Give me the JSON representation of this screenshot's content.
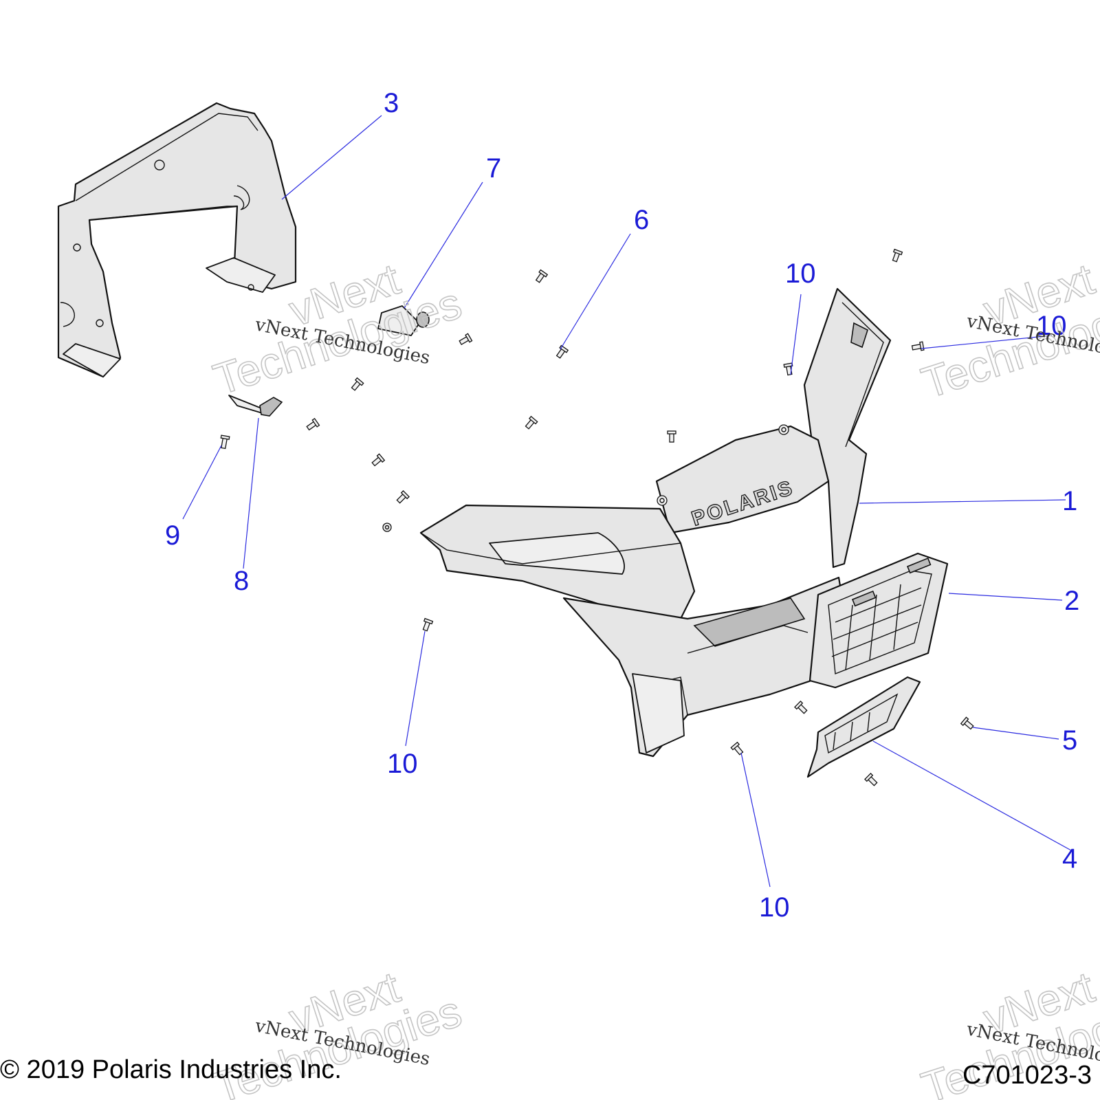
{
  "callouts": [
    {
      "id": "1",
      "label": "1"
    },
    {
      "id": "2",
      "label": "2"
    },
    {
      "id": "3",
      "label": "3"
    },
    {
      "id": "4",
      "label": "4"
    },
    {
      "id": "5",
      "label": "5"
    },
    {
      "id": "6",
      "label": "6"
    },
    {
      "id": "7",
      "label": "7"
    },
    {
      "id": "8",
      "label": "8"
    },
    {
      "id": "9",
      "label": "9"
    },
    {
      "id": "10a",
      "label": "10"
    },
    {
      "id": "10b",
      "label": "10"
    },
    {
      "id": "10c",
      "label": "10"
    },
    {
      "id": "10d",
      "label": "10"
    }
  ],
  "logo_text": "POLARIS",
  "footer": {
    "copyright": "© 2019 Polaris Industries Inc.",
    "figure_code": "C701023-3"
  },
  "watermark": {
    "line1": "vNext Technologies",
    "big1": "vNext",
    "big2": "Technologies"
  },
  "colors": {
    "callout": "#1a1ad6",
    "line_art": "#111111",
    "part_fill": "#e6e6e6"
  }
}
